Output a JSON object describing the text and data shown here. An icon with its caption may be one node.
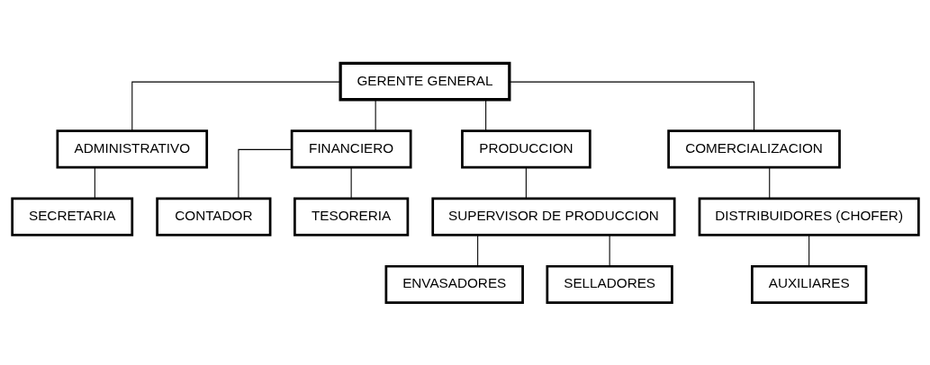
{
  "diagram": {
    "nodes": [
      {
        "text": [
          "GERENTE GENERAL"
        ]
      },
      {
        "text": [
          "ADMINISTRATIVO"
        ]
      },
      {
        "text": [
          "FINANCIERO"
        ]
      },
      {
        "text": [
          "PRODUCCION"
        ]
      },
      {
        "text": [
          "COMERCIALIZACION"
        ]
      },
      {
        "text": [
          "SECRETARIA"
        ]
      },
      {
        "text": [
          "CONTADOR"
        ]
      },
      {
        "text": [
          "TESORERIA"
        ]
      },
      {
        "text": [
          "SUPERVISOR DE PRODUCCION"
        ]
      },
      {
        "text": [
          "DISTRIBUIDORES (CHOFER)"
        ]
      },
      {
        "text": [
          "ENVASADORES"
        ]
      },
      {
        "text": [
          "SELLADORES"
        ]
      },
      {
        "text": [
          "AUXILIARES"
        ]
      }
    ],
    "edges": [
      {
        "from": 0,
        "to": 1,
        "arrow": "none"
      },
      {
        "from": 0,
        "to": 2,
        "arrow": "none"
      },
      {
        "from": 0,
        "to": 3,
        "arrow": "none"
      },
      {
        "from": 0,
        "to": 4,
        "arrow": "none"
      },
      {
        "from": 1,
        "to": 5,
        "arrow": "none"
      },
      {
        "from": 2,
        "to": 6,
        "arrow": "none"
      },
      {
        "from": 2,
        "to": 7,
        "arrow": "none"
      },
      {
        "from": 3,
        "to": 8,
        "arrow": "none"
      },
      {
        "from": 4,
        "to": 9,
        "arrow": "none"
      },
      {
        "from": 8,
        "to": 10,
        "arrow": "none"
      },
      {
        "from": 8,
        "to": 11,
        "arrow": "none"
      },
      {
        "from": 9,
        "to": 12,
        "arrow": "none"
      }
    ]
  }
}
